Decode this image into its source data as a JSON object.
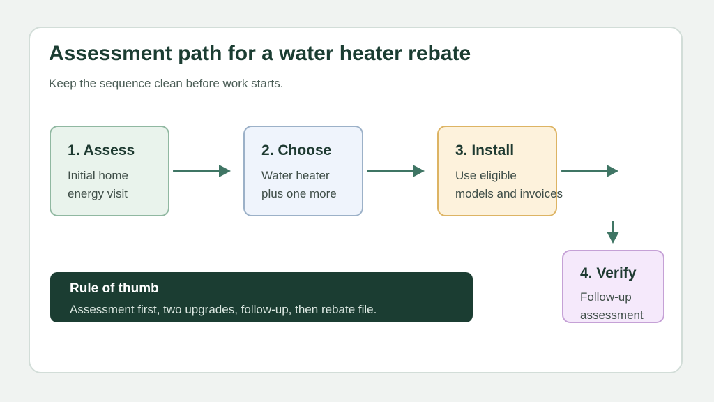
{
  "header": {
    "title": "Assessment path for a water heater rebate",
    "subtitle": "Keep the sequence clean before work starts."
  },
  "steps": [
    {
      "title": "1. Assess",
      "line1": "Initial home",
      "line2": "energy visit"
    },
    {
      "title": "2. Choose",
      "line1": "Water heater",
      "line2": "plus one more"
    },
    {
      "title": "3. Install",
      "line1": "Use eligible",
      "line2": "models and invoices"
    },
    {
      "title": "4. Verify",
      "line1": "Follow-up",
      "line2": "assessment"
    }
  ],
  "rule": {
    "title": "Rule of thumb",
    "text": "Assessment first, two upgrades, follow-up, then rebate file."
  },
  "colors": {
    "accent": "#1b3d32",
    "arrow": "#3f7564",
    "assess_fill": "#e9f3ec",
    "choose_fill": "#eff4fc",
    "install_fill": "#fdf2dc",
    "verify_fill": "#f5e9fb"
  }
}
